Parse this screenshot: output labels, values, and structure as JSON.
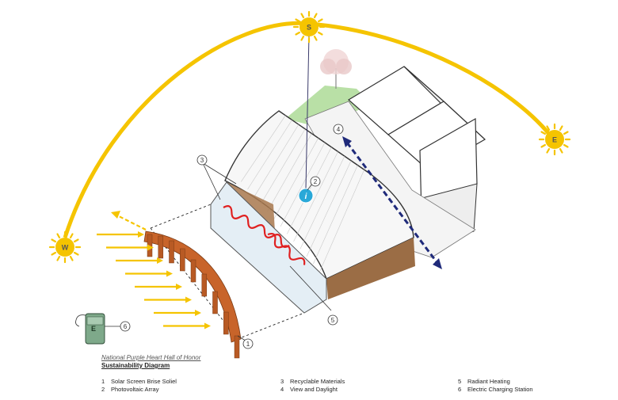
{
  "sun_labels": {
    "south": "S",
    "east": "E",
    "west": "W"
  },
  "station_label": "E",
  "callouts": [
    "1",
    "2",
    "3",
    "4",
    "5",
    "6"
  ],
  "caption": {
    "subtitle": "National Purple Heart Hall of Honor",
    "title": "Sustainability Diagram"
  },
  "legend": [
    {
      "num": "1",
      "label": "Solar Screen Brise Soliel"
    },
    {
      "num": "2",
      "label": "Photovoltaic Array"
    },
    {
      "num": "3",
      "label": "Recyclable Materials"
    },
    {
      "num": "4",
      "label": "View and Daylight"
    },
    {
      "num": "5",
      "label": "Radiant Heating"
    },
    {
      "num": "6",
      "label": "Electric Charging Station"
    }
  ],
  "colors": {
    "sun": "#f5c400",
    "sun_path": "#f5c400",
    "brise_soleil": "#c8642a",
    "wood": "#a8784e",
    "radiant": "#e02020",
    "view_arrow": "#1f2a7a",
    "pv_badge": "#29a8d8",
    "charger": "#7ea98a"
  }
}
